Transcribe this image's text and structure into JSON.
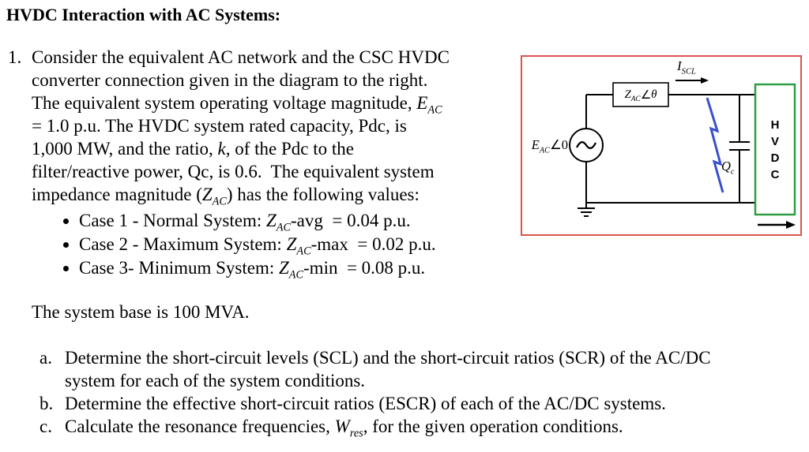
{
  "title": "HVDC Interaction with AC Systems:",
  "problem": {
    "number": "1.",
    "intro_html": "Consider the equivalent AC network and the CSC HVDC<br>converter connection given in the diagram to the right.<br>The equivalent system operating voltage magnitude, <i>E<sub>AC</sub></i><br>= 1.0 p.u. The HVDC system rated capacity, Pdc, is<br>1,000 MW, and the ratio, <i>k</i>, of the Pdc to the<br>filter/reactive power, Qc, is 0.6.&nbsp; The equivalent system<br>impedance magnitude (<i>Z<sub>AC</sub></i>) has the following values:",
    "cases": [
      "Case 1 - Normal System: <i>Z<sub>AC</sub></i>-avg&nbsp; = 0.04 p.u.",
      "Case 2 - Maximum System: <i>Z<sub>AC</sub></i>-max&nbsp; = 0.02 p.u.",
      "Case 3- Minimum System: <i>Z<sub>AC</sub></i>-min&nbsp; = 0.08 p.u."
    ],
    "base_note": "The system base is 100 MVA.",
    "subitems": [
      {
        "label": "a.",
        "html": "Determine the short-circuit levels (SCL) and the short-circuit ratios (SCR) of the AC/DC<br>system for each of the system conditions."
      },
      {
        "label": "b.",
        "html": "Determine the effective short-circuit ratios (ESCR) of each of the AC/DC systems."
      },
      {
        "label": "c.",
        "html": "Calculate the resonance frequencies, <i>W<sub>res</sub></i>, for the given operation conditions."
      }
    ]
  },
  "diagram": {
    "labels": {
      "scl_current_html": "<i>I<sub>SCL</sub></i>",
      "impedance_html": "<i>Z<sub>AC</sub></i>∠<i>θ</i>",
      "source_html": "<i>E<sub>AC</sub></i>∠0",
      "reactive_html": "<i>Q<sub>c</sub></i>",
      "hvdc_letters": [
        "H",
        "V",
        "D",
        "C"
      ]
    },
    "colors": {
      "frame_border": "#d9564c",
      "hvdc_box_border": "#2f9e44",
      "fault_bolt": "#3a4fd0",
      "wire": "#000000"
    }
  }
}
